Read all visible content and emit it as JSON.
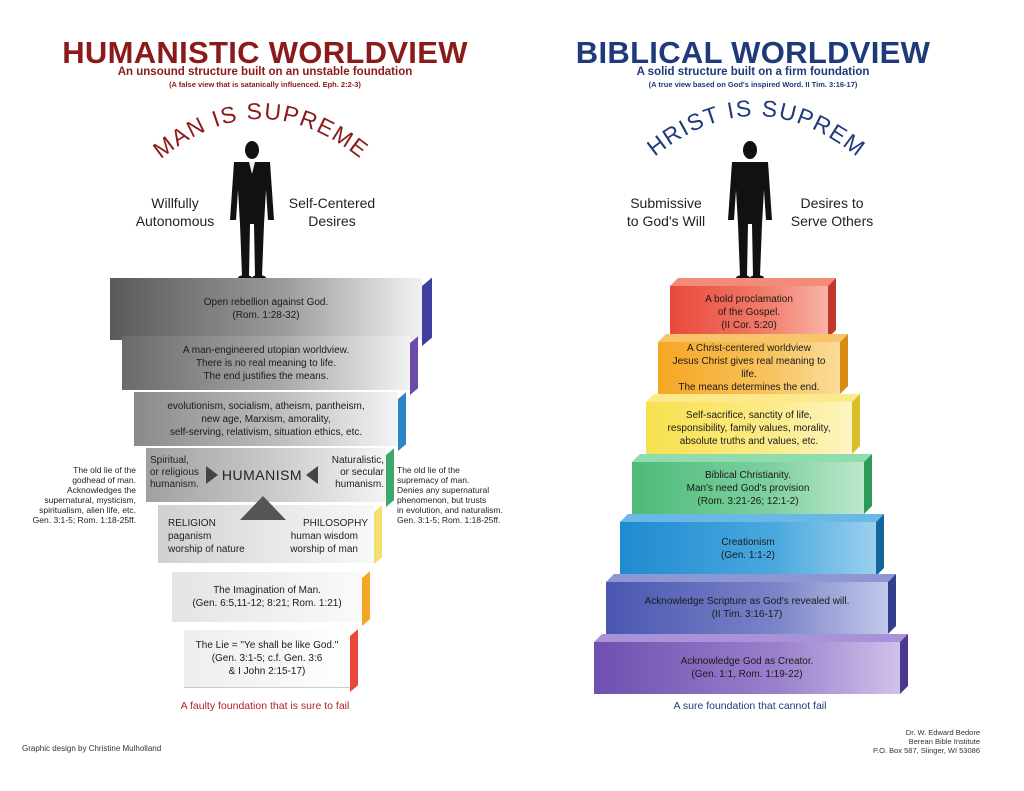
{
  "humanistic": {
    "title": "HUMANISTIC WORLDVIEW",
    "subtitle": "An unsound structure built on an unstable foundation",
    "note": "(A false view that is satanically influenced. Eph. 2:2-3)",
    "arc_text": "MAN IS SUPREME",
    "trait_left": "Willfully\nAutonomous",
    "trait_right": "Self-Centered\nDesires",
    "blocks": [
      "Open rebellion against God.\n(Rom. 1:28-32)",
      "A man-engineered utopian worldview.\nThere is no real meaning to life.\nThe end justifies the means.",
      "evolutionism, socialism, atheism, pantheism,\nnew age, Marxism, amorality,\nself-serving, relativism, situation ethics, etc.",
      "The Imagination of Man.\n(Gen. 6:5,11-12; 8:21; Rom. 1:21)",
      "The Lie = \"Ye shall be like God.\"\n(Gen. 3:1-5; c.f. Gen. 3:6\n& I John 2:15-17)"
    ],
    "humanism_block": {
      "left": "Spiritual,\nor religious\nhumanism.",
      "center": "HUMANISM",
      "right": "Naturalistic,\nor secular\nhumanism."
    },
    "religion_block": {
      "left_title": "RELIGION",
      "left_1": "paganism",
      "left_2": "worship of nature",
      "right_title": "PHILOSOPHY",
      "right_1": "human wisdom",
      "right_2": "worship of man"
    },
    "side_left": "The old lie of the\ngodhead of man.\nAcknowledges the\nsupernatural, mysticism,\nspiritualism, alien life, etc.\nGen. 3:1-5; Rom. 1:18-25ff.",
    "side_right": "The old lie of the\nsupremacy of man.\nDenies any supernatural\nphenomenon, but trusts\nin evolution, and naturalism.\nGen. 3:1-5; Rom. 1:18-25ff.",
    "foundation": "A faulty foundation that is sure to fail"
  },
  "biblical": {
    "title": "BIBLICAL WORLDVIEW",
    "subtitle": "A solid structure built on a firm foundation",
    "note": "(A true view based on God's inspired Word. II Tim. 3:16-17)",
    "arc_text": "CHRIST IS SUPREME",
    "trait_left": "Submissive\nto God's Will",
    "trait_right": "Desires to\nServe Others",
    "blocks": [
      "A bold proclamation\nof the Gospel.\n(II Cor. 5:20)",
      "A Christ-centered worldview\nJesus Christ gives real meaning to life.\nThe means determines the end.",
      "Self-sacrifice, sanctity of life,\nresponsibility, family values, morality,\nabsolute truths and values, etc.",
      "Biblical Christianity.\nMan's need     God's provision\n(Rom. 3:21-26; 12:1-2)",
      "Creationism\n(Gen. 1:1-2)",
      "Acknowledge Scripture as God's revealed will.\n(II Tim. 3:16-17)",
      "Acknowledge God as Creator.\n(Gen. 1:1, Rom. 1:19-22)"
    ],
    "foundation": "A sure foundation that cannot fail"
  },
  "footer": {
    "credit": "Graphic design by Christine Mulholland",
    "author_1": "Dr. W. Edward Bedore",
    "author_2": "Berean Bible Institute",
    "author_3": "P.O. Box 587, Slinger, WI 53086"
  },
  "colors": {
    "humanistic_title": "#8b1a1a",
    "biblical_title": "#1f3a7a",
    "foundation_bad": "#b22222",
    "foundation_good": "#1f3a7a",
    "block_red": "#e8493c",
    "block_orange": "#f5a623",
    "block_yellow": "#f8e04e",
    "block_green": "#4dbb7a",
    "block_blue": "#1f8bd0",
    "block_indigo": "#4a56b0",
    "block_violet": "#6f4fb0"
  },
  "icons": [
    "man-silhouette-icon",
    "christ-silhouette-icon",
    "triangle-arrow-icon"
  ]
}
